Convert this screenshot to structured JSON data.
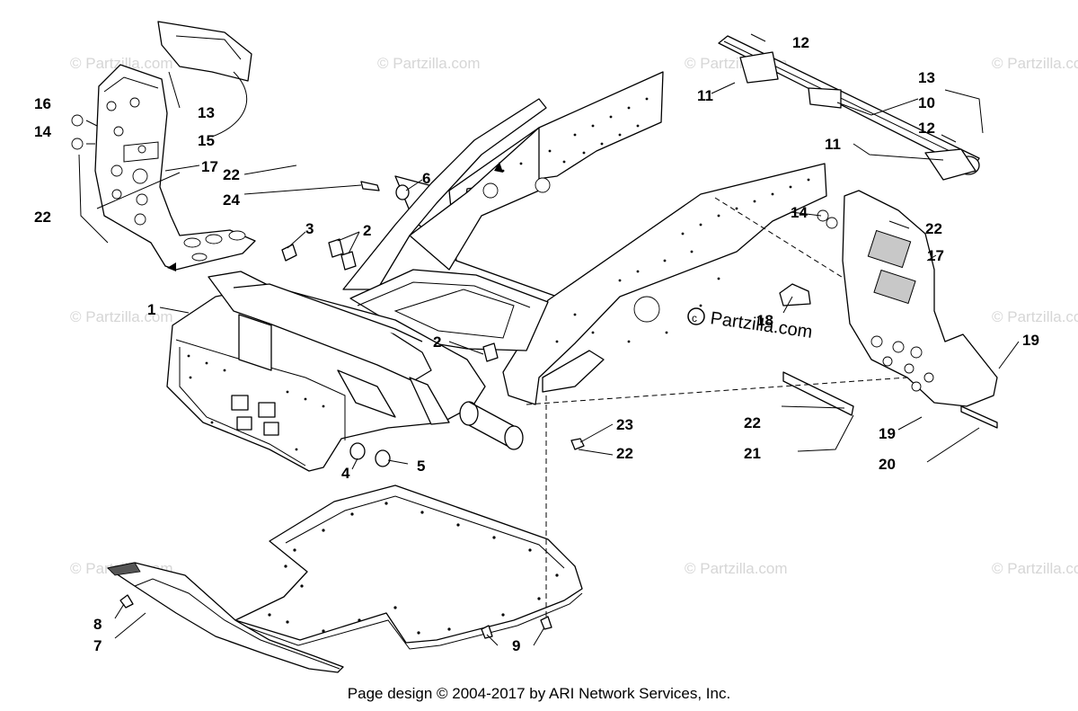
{
  "watermark": {
    "text": "© Partzilla.com"
  },
  "brand_label": "Partzilla.com",
  "callouts": [
    {
      "id": "c16",
      "text": "16"
    },
    {
      "id": "c14a",
      "text": "14"
    },
    {
      "id": "c13a",
      "text": "13"
    },
    {
      "id": "c15",
      "text": "15"
    },
    {
      "id": "c17a",
      "text": "17"
    },
    {
      "id": "c22a",
      "text": "22"
    },
    {
      "id": "c22b",
      "text": "22"
    },
    {
      "id": "c24",
      "text": "24"
    },
    {
      "id": "c6",
      "text": "6"
    },
    {
      "id": "c3",
      "text": "3"
    },
    {
      "id": "c2a",
      "text": "2"
    },
    {
      "id": "c1",
      "text": "1"
    },
    {
      "id": "c2b",
      "text": "2"
    },
    {
      "id": "c4",
      "text": "4"
    },
    {
      "id": "c5",
      "text": "5"
    },
    {
      "id": "c12a",
      "text": "12"
    },
    {
      "id": "c11a",
      "text": "11"
    },
    {
      "id": "c13b",
      "text": "13"
    },
    {
      "id": "c10",
      "text": "10"
    },
    {
      "id": "c12b",
      "text": "12"
    },
    {
      "id": "c11b",
      "text": "11"
    },
    {
      "id": "c22c",
      "text": "22"
    },
    {
      "id": "c14b",
      "text": "14"
    },
    {
      "id": "c17b",
      "text": "17"
    },
    {
      "id": "c18",
      "text": "18"
    },
    {
      "id": "c19a",
      "text": "19"
    },
    {
      "id": "c22d",
      "text": "22"
    },
    {
      "id": "c19b",
      "text": "19"
    },
    {
      "id": "c21",
      "text": "21"
    },
    {
      "id": "c20",
      "text": "20"
    },
    {
      "id": "c23",
      "text": "23"
    },
    {
      "id": "c22e",
      "text": "22"
    },
    {
      "id": "c8",
      "text": "8"
    },
    {
      "id": "c7",
      "text": "7"
    },
    {
      "id": "c9",
      "text": "9"
    }
  ],
  "footer": {
    "text": "Page design © 2004-2017 by ARI Network Services, Inc."
  }
}
